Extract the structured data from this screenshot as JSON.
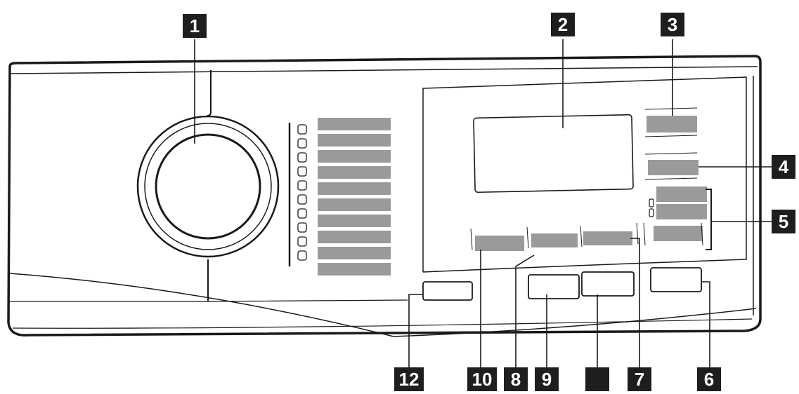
{
  "callouts": {
    "c1": "1",
    "c2": "2",
    "c3": "3",
    "c4": "4",
    "c5": "5",
    "c6": "6",
    "c7": "7",
    "c8": "8",
    "c9": "9",
    "c10": "10",
    "c11": "",
    "c12": "12"
  },
  "colors": {
    "line": "#1a1a1a",
    "button_fill": "#9a9a9a",
    "label_bg": "#1e1e1e",
    "label_text": "#ffffff"
  }
}
